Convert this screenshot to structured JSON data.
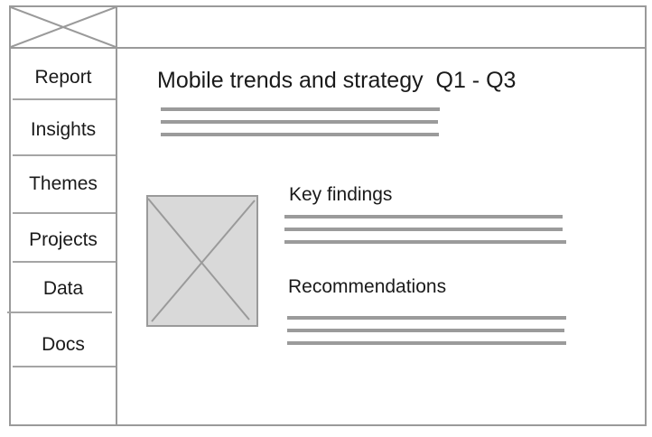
{
  "sidebar": {
    "items": [
      {
        "label": "Report"
      },
      {
        "label": "Insights"
      },
      {
        "label": "Themes"
      },
      {
        "label": "Projects"
      },
      {
        "label": "Data"
      },
      {
        "label": "Docs"
      }
    ]
  },
  "main": {
    "title": "Mobile trends and strategy  Q1 - Q3",
    "sections": [
      {
        "heading": "Key findings"
      },
      {
        "heading": "Recommendations"
      }
    ]
  },
  "colors": {
    "outline": "#9a9a9a",
    "placeholder_fill": "#d9d9d9"
  },
  "icons": {
    "logo": "image-placeholder-icon",
    "content_image": "image-placeholder-icon"
  }
}
